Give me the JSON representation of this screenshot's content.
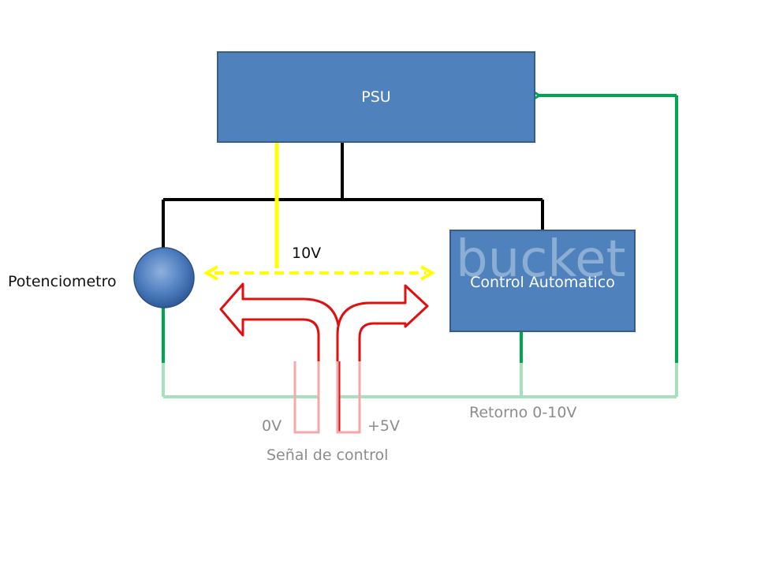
{
  "blocks": {
    "psu": "PSU",
    "control": "Control Automatico"
  },
  "labels": {
    "potentiometer": "Potenciometro",
    "voltage_ref": "10V",
    "zero_v": "0V",
    "plus_5v": "+5V",
    "control_signal": "Señal de control",
    "feedback": "Retorno 0-10V"
  },
  "watermark": "bucket",
  "colors": {
    "block_fill": "#4f81bd",
    "block_stroke": "#385d8a",
    "black_wire": "#000000",
    "yellow_wire": "#ffff00",
    "green_wire": "#00a550",
    "light_green_wire": "#a6e0bc",
    "red_arrow": "#e01010",
    "pink_arrow": "#f4a9a9"
  }
}
